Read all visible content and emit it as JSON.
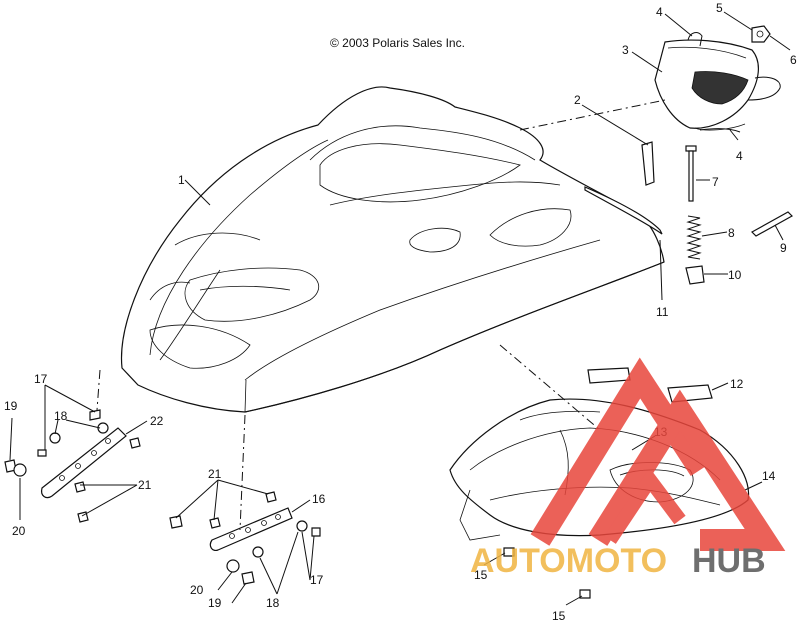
{
  "copyright": "© 2003 Polaris Sales Inc.",
  "watermark": {
    "part1": "AUTOMOTO",
    "part2": "HUB",
    "color_primary": "#e8463c",
    "color_secondary": "#f0b441",
    "color_text": "#555555"
  },
  "callouts": [
    "1",
    "2",
    "3",
    "4",
    "5",
    "6",
    "4",
    "7",
    "8",
    "9",
    "10",
    "11",
    "12",
    "13",
    "14",
    "15",
    "15",
    "16",
    "17",
    "17",
    "18",
    "18",
    "19",
    "19",
    "20",
    "20",
    "21",
    "21",
    "22"
  ]
}
